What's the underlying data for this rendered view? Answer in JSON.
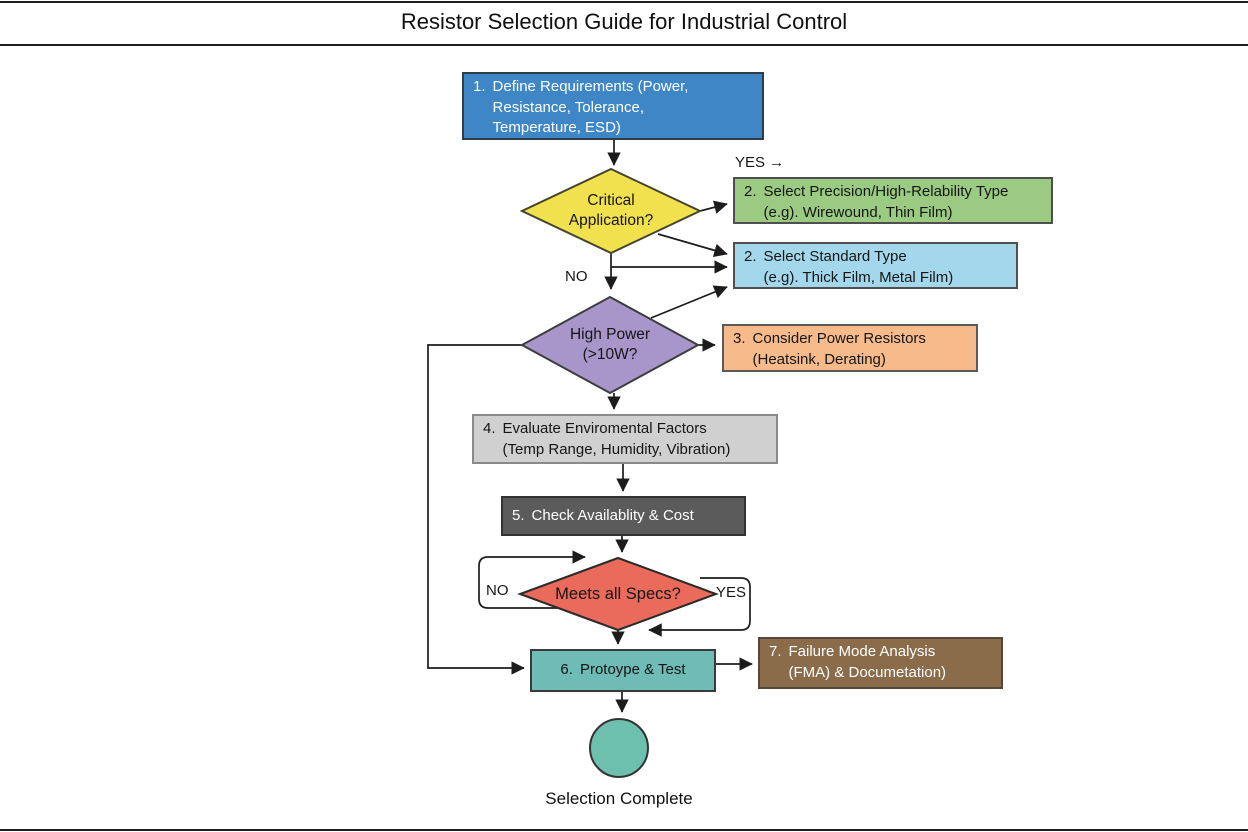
{
  "page": {
    "title": "Resistor Selection Guide for Industrial Control"
  },
  "flowchart": {
    "nodes": {
      "define": {
        "number": "1.",
        "text": "Define Requirements (Power,\nResistance, Tolerance,\nTemperature, ESD)"
      },
      "critical": {
        "text": "Critical\nApplication?"
      },
      "precision": {
        "number": "2.",
        "text": "Select Precision/High-Relability Type\n(e.g). Wirewound, Thin Film)"
      },
      "standard": {
        "number": "2.",
        "text": "Select Standard Type\n(e.g). Thick Film, Metal Film)"
      },
      "high_power": {
        "text": "High Power\n(>10W?"
      },
      "power_resistors": {
        "number": "3.",
        "text": "Consider Power Resistors\n(Heatsink, Derating)"
      },
      "environment": {
        "number": "4.",
        "text": "Evaluate Enviromental Factors\n(Temp Range, Humidity, Vibration)"
      },
      "availability": {
        "number": "5.",
        "text": "Check Availablity & Cost"
      },
      "specs": {
        "text": "Meets all Specs?"
      },
      "prototype": {
        "number": "6.",
        "text": "Protoype & Test"
      },
      "fma": {
        "number": "7.",
        "text": "Failure Mode Analysis\n(FMA) & Documetation)"
      },
      "complete": {
        "caption": "Selection Complete"
      }
    },
    "edge_labels": {
      "yes_top": "YES →",
      "no_top": "NO",
      "no_left": "NO",
      "yes_right": "YES"
    },
    "colors": {
      "define_fill": "#3e86c6",
      "critical_fill": "#f2e14e",
      "precision_fill": "#9bcb83",
      "standard_fill": "#a3d8ec",
      "high_power_fill": "#a896cb",
      "power_resistors_fill": "#f7bb8b",
      "environment_fill": "#d0d0d0",
      "availability_fill": "#5b5b5b",
      "specs_fill": "#ea6a5c",
      "prototype_fill": "#6fbcb7",
      "fma_fill": "#8b6c4a",
      "complete_fill": "#6cc0ad",
      "line_color": "#1c1c1c"
    }
  }
}
